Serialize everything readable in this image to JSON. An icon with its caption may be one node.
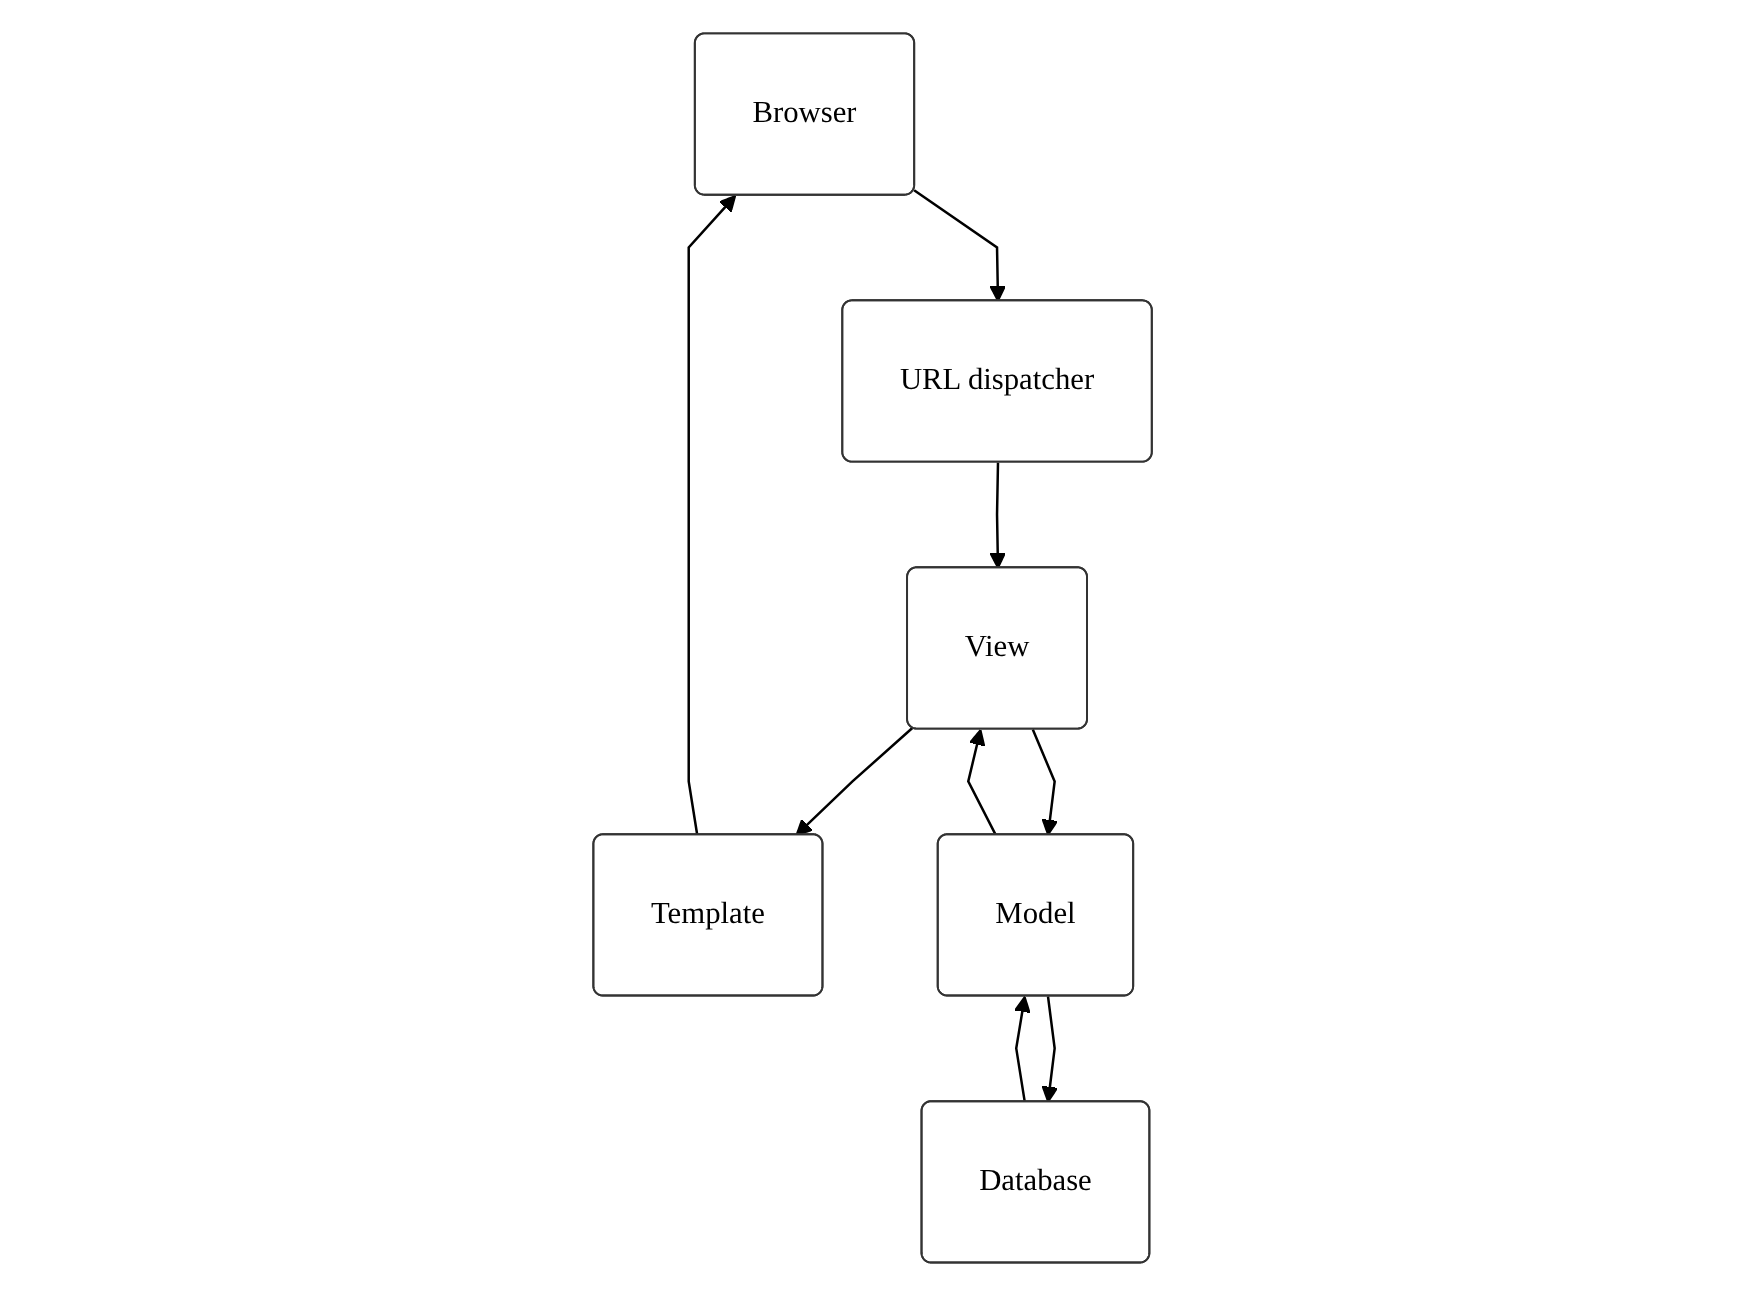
{
  "diagram": {
    "nodes": [
      {
        "text": [
          "Browser"
        ]
      },
      {
        "text": [
          "Template"
        ]
      },
      {
        "text": [
          "URL dispatcher"
        ]
      },
      {
        "text": [
          "View"
        ]
      },
      {
        "text": [
          "Model"
        ]
      },
      {
        "text": [
          "Database"
        ]
      }
    ],
    "edges": [
      {
        "from": 1,
        "to": 0,
        "arrow": "to"
      },
      {
        "from": 0,
        "to": 2,
        "arrow": "to"
      },
      {
        "from": 3,
        "to": 1,
        "arrow": "to"
      },
      {
        "from": 2,
        "to": 3,
        "arrow": "to"
      },
      {
        "from": 4,
        "to": 3,
        "arrow": "to"
      },
      {
        "from": 3,
        "to": 4,
        "arrow": "to"
      },
      {
        "from": 5,
        "to": 4,
        "arrow": "to"
      },
      {
        "from": 4,
        "to": 5,
        "arrow": "to"
      }
    ]
  }
}
